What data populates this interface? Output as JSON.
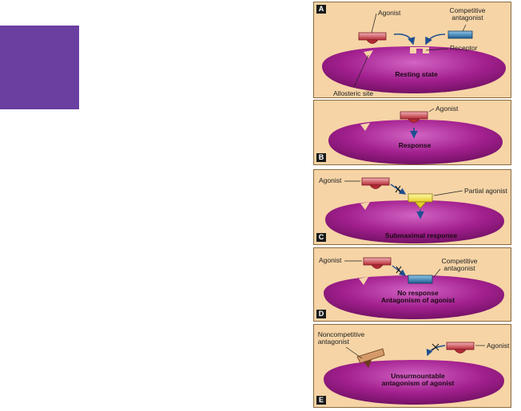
{
  "panels": [
    {
      "letter": "A",
      "labels": {
        "agonist": "Agonist",
        "competitive_antagonist": "Competitive\nantagonist",
        "receptor": "Receptor",
        "allosteric_site": "Allosteric site"
      },
      "state": "Resting state"
    },
    {
      "letter": "B",
      "labels": {
        "agonist": "Agonist"
      },
      "state": "Response"
    },
    {
      "letter": "C",
      "labels": {
        "agonist": "Agonist",
        "partial_agonist": "Partial agonist"
      },
      "state": "Submaximal response"
    },
    {
      "letter": "D",
      "labels": {
        "agonist": "Agonist",
        "competitive_antagonist": "Competitive\nantagonist"
      },
      "state": "No response\nAntagonism of agonist"
    },
    {
      "letter": "E",
      "labels": {
        "noncompetitive_antagonist": "Noncompetitive\nantagonist",
        "agonist": "Agonist"
      },
      "state": "Unsurmountable\nantagonism of agonist"
    }
  ],
  "colors": {
    "panel_bg": "#f6d4a6",
    "cell": "#a3208f",
    "agonist": "#c9404a",
    "antagonist": "#2f7fb8",
    "partial_agonist": "#f2e64a",
    "noncompetitive": "#b06a3a",
    "arrow": "#1f4f8f",
    "purple_block": "#6a3fa0"
  }
}
